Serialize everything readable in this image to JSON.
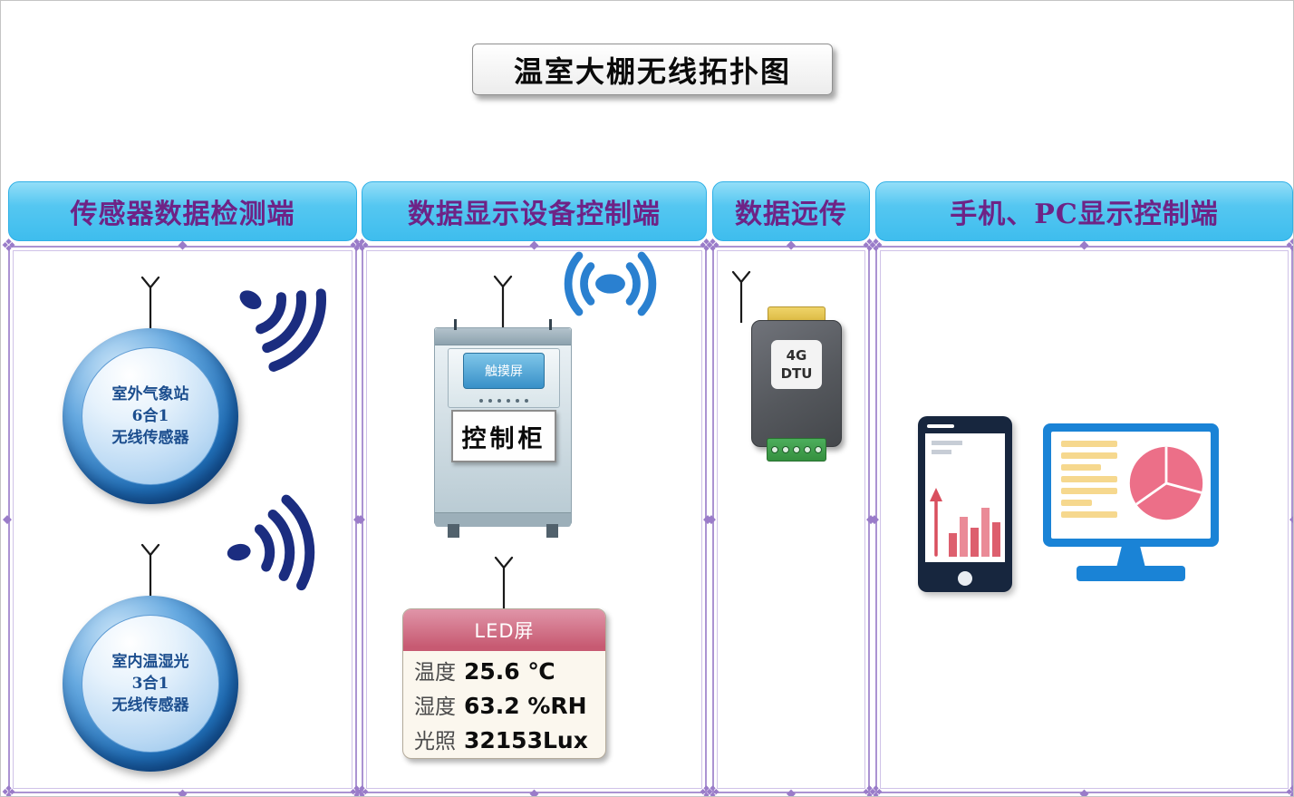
{
  "title": "温室大棚无线拓扑图",
  "columns": [
    {
      "header": "传感器数据检测端"
    },
    {
      "header": "数据显示设备控制端"
    },
    {
      "header": "数据远传"
    },
    {
      "header": "手机、PC显示控制端"
    }
  ],
  "sensors": [
    {
      "line1": "室外气象站",
      "line2": "6合1",
      "line3": "无线传感器"
    },
    {
      "line1": "室内温湿光",
      "line2": "3合1",
      "line3": "无线传感器"
    }
  ],
  "cabinet": {
    "screen_label": "触摸屏",
    "door_label": "控制柜"
  },
  "dtu": {
    "line1": "4G",
    "line2": "DTU"
  },
  "led": {
    "title": "LED屏",
    "rows": [
      {
        "label": "温度",
        "value": "25.6 ℃"
      },
      {
        "label": "湿度",
        "value": "63.2 %RH"
      },
      {
        "label": "光照",
        "value": "32153Lux"
      }
    ]
  },
  "icons": {
    "frame_corner_glyph": "❖",
    "frame_mid_glyph": "◆"
  },
  "colors": {
    "header_bg": "#4fc4f0",
    "header_text": "#6e2386",
    "frame_purple": "#ab93d2",
    "signal_navy": "#1b2d80",
    "wifi_blue": "#2a80d0",
    "led_header_pink": "#c75a72",
    "touchscreen_blue": "#3890c8",
    "dtu_yellow": "#e3c44f",
    "dtu_green": "#3f9e4e",
    "device_blue": "#1a83d6",
    "chart_red": "#dd5f6e",
    "pie_pink": "#ec6f88",
    "monitor_line_yellow": "#f6d88e"
  }
}
